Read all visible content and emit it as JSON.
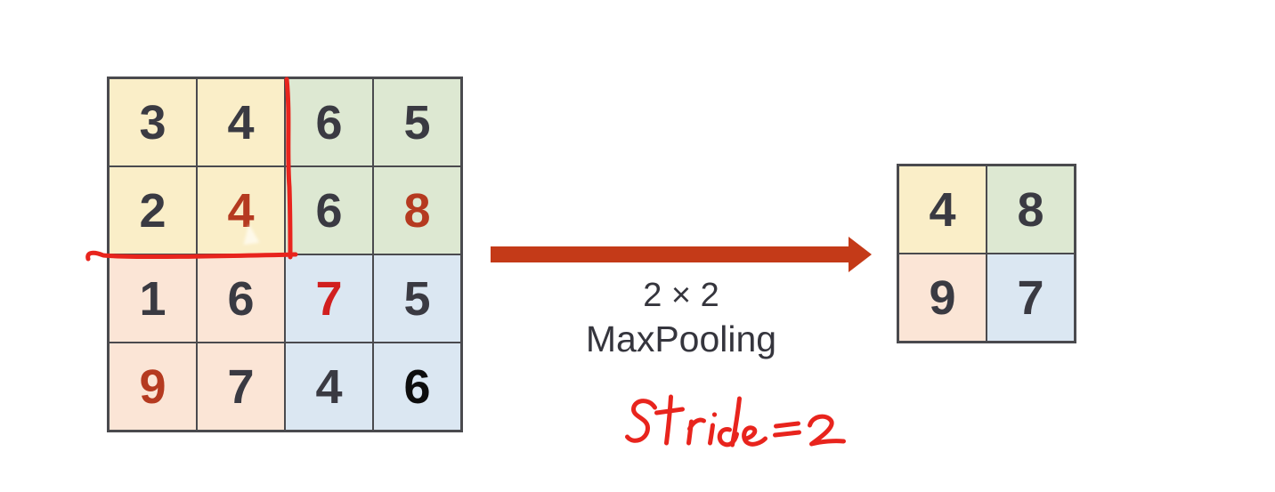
{
  "diagram": {
    "operation_label_line1": "2 × 2",
    "operation_label_line2": "MaxPooling",
    "stride_annotation": "Stride=2"
  },
  "input_grid": {
    "size": "4x4",
    "cells": [
      {
        "value": "3",
        "tone": "dark"
      },
      {
        "value": "4",
        "tone": "dark"
      },
      {
        "value": "6",
        "tone": "dark"
      },
      {
        "value": "5",
        "tone": "dark"
      },
      {
        "value": "2",
        "tone": "dark"
      },
      {
        "value": "4",
        "tone": "brick"
      },
      {
        "value": "6",
        "tone": "dark"
      },
      {
        "value": "8",
        "tone": "brick"
      },
      {
        "value": "1",
        "tone": "dark"
      },
      {
        "value": "6",
        "tone": "dark"
      },
      {
        "value": "7",
        "tone": "bright"
      },
      {
        "value": "5",
        "tone": "dark"
      },
      {
        "value": "9",
        "tone": "brick"
      },
      {
        "value": "7",
        "tone": "dark"
      },
      {
        "value": "4",
        "tone": "dark"
      },
      {
        "value": "6",
        "tone": "black"
      }
    ]
  },
  "output_grid": {
    "size": "2x2",
    "cells": [
      {
        "value": "4",
        "tone": "dark"
      },
      {
        "value": "8",
        "tone": "dark"
      },
      {
        "value": "9",
        "tone": "dark"
      },
      {
        "value": "7",
        "tone": "dark"
      }
    ]
  },
  "colors": {
    "cell_yellow": "#faeec8",
    "cell_green": "#dde8d2",
    "cell_peach": "#fbe5d6",
    "cell_blue": "#dbe7f2",
    "grid_border": "#4a4a4e",
    "digit_dark": "#3a3a42",
    "digit_black": "#0d0d0d",
    "brick_red": "#b53a20",
    "bright_red": "#d11f1f",
    "arrow_red": "#c43a18",
    "hand_red": "#e8241d",
    "label_dark": "#35353d"
  }
}
